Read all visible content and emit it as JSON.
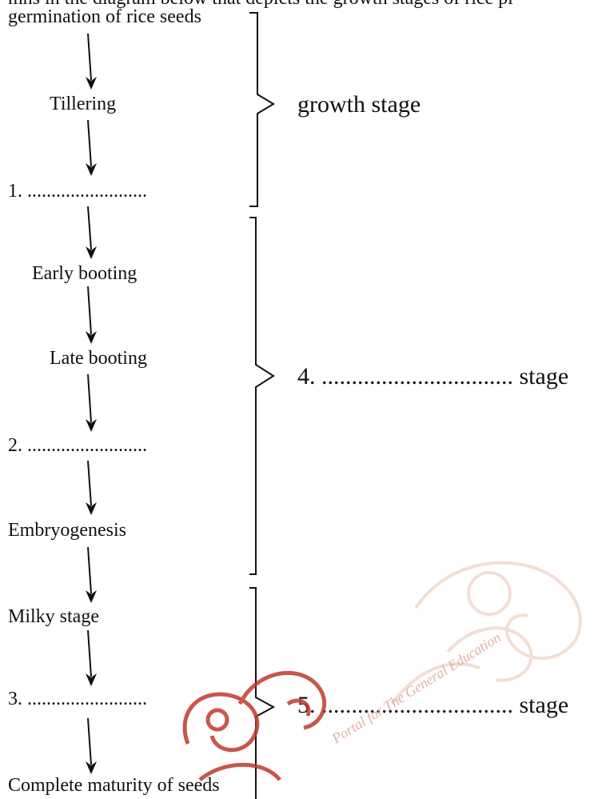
{
  "header": {
    "cut_text": "mns in the diagram below that depicts the growth stages of rice pl"
  },
  "flow": {
    "germination": "germination of rice seeds",
    "tillering": "Tillering",
    "blank1": "1.  .........................",
    "early_booting": "Early booting",
    "late_booting": "Late booting",
    "blank2": "2.  .........................",
    "embryogenesis": "Embryogenesis",
    "milky": "Milky stage",
    "blank3": "3.  .........................",
    "complete": "Complete maturity of seeds"
  },
  "stages": {
    "growth": "growth stage",
    "blank4": "4.  ................................ stage",
    "blank5": "5.  ................................ stage"
  },
  "watermark": {
    "text": "Portal for The General Education",
    "color": "#c0392b"
  }
}
